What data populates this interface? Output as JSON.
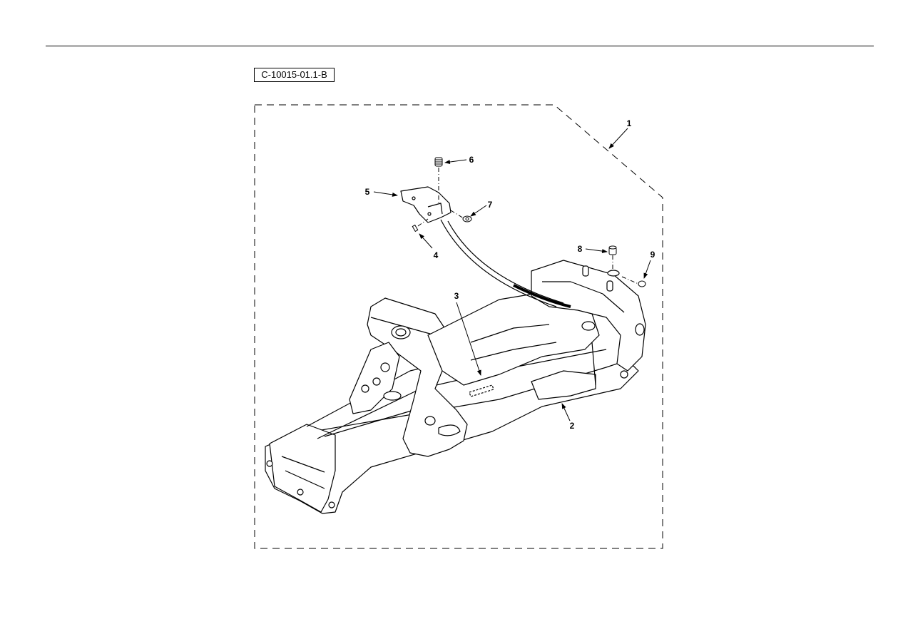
{
  "figure": {
    "id": "C-10015-01.1-B"
  },
  "callouts": [
    "1",
    "2",
    "3",
    "4",
    "5",
    "6",
    "7",
    "8",
    "9"
  ]
}
